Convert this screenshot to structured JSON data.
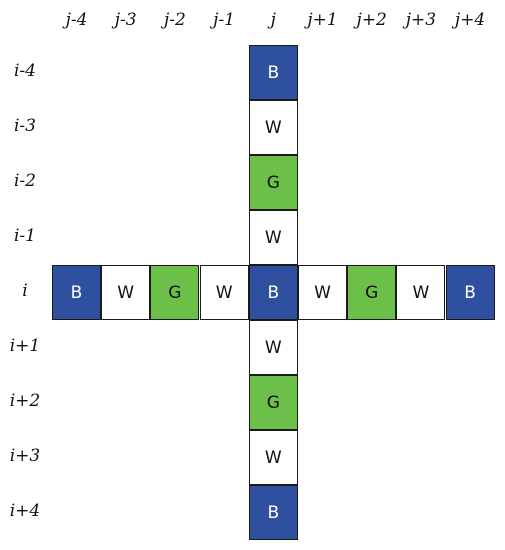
{
  "columns": [
    "j-4",
    "j-3",
    "j-2",
    "j-1",
    "j",
    "j+1",
    "j+2",
    "j+3",
    "j+4"
  ],
  "rows": [
    "i-4",
    "i-3",
    "i-2",
    "i-1",
    "i",
    "i+1",
    "i+2",
    "i+3",
    "i+4"
  ],
  "colors": {
    "B": "#2f4f9f",
    "G": "#6cc04a",
    "W": "#ffffff"
  },
  "text_colors": {
    "B": "#ffffff",
    "G": "#111111",
    "W": "#111111"
  },
  "vertical_cells": [
    "B",
    "W",
    "G",
    "W",
    "B",
    "W",
    "G",
    "W",
    "B"
  ],
  "horizontal_cells": [
    "B",
    "W",
    "G",
    "W",
    "B",
    "W",
    "G",
    "W",
    "B"
  ]
}
